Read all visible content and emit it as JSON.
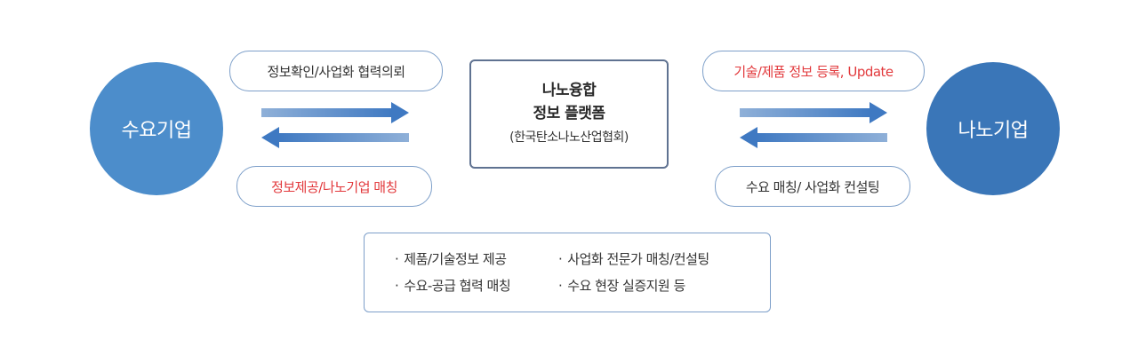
{
  "left_node": {
    "label": "수요기업"
  },
  "right_node": {
    "label": "나노기업"
  },
  "center": {
    "title_line1": "나노융합",
    "title_line2": "정보 플랫폼",
    "subtitle": "(한국탄소나노산업협회)"
  },
  "left_flow": {
    "top_label": "정보확인/사업화 협력의뢰",
    "bottom_label": "정보제공/나노기업 매칭"
  },
  "right_flow": {
    "top_label": "기술/제품 정보 등록, Update",
    "bottom_label": "수요 매칭/ 사업화 컨설팅"
  },
  "services": {
    "bullet": "·",
    "items": [
      "제품/기술정보 제공",
      "사업화  전문가 매칭/컨설팅",
      "수요-공급 협력 매칭",
      "수요 현장 실증지원  등"
    ]
  },
  "colors": {
    "left_node": "#4c8dcb",
    "right_node": "#3a76b8",
    "highlight_text": "#e2393c",
    "arrow": "#4a82c6",
    "border": "#7d9fc9"
  },
  "icons": [
    "arrow-right-icon",
    "arrow-left-icon"
  ]
}
